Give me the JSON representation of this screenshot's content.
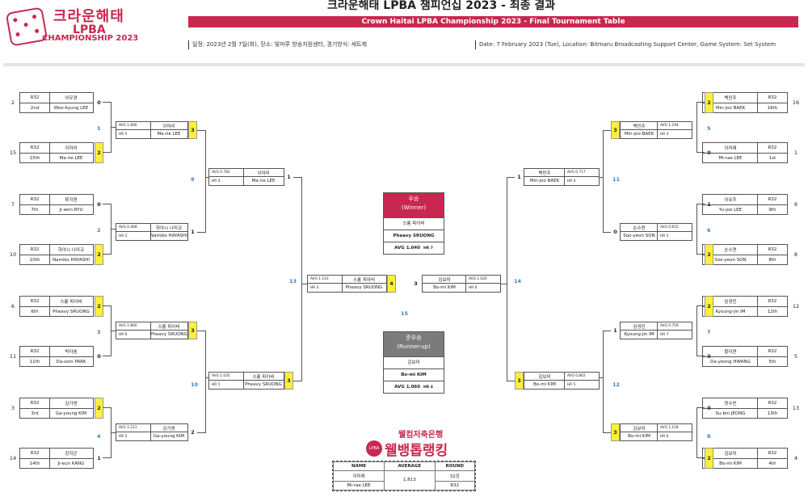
{
  "header": {
    "logo_ko": "크라운해태",
    "logo_en": "LPBA",
    "logo_sub": "CHAMPIONSHIP 2023",
    "title_ko": "크라운해태 LPBA 챔피언십 2023 - 최종 결과",
    "title_en": "Crown Haitai LPBA Championship 2023 - Final Tournament Table",
    "info_ko": "일정: 2023년 2월 7일(화), 장소: 빛마루 방송지원센터, 경기방식: 세트제",
    "info_en": "Date: 7 February 2023 (Tue), Location: Bitmaru Broadcasting Support Center, Game System: Set System"
  },
  "colors": {
    "brand": "#c8284f",
    "winner_score": "#ffef3a",
    "match_number": "#3a7ec6",
    "runner_up_head": "#7b7b7b"
  },
  "r32_left": [
    {
      "seed": "2",
      "round": "R32",
      "rank": "2nd",
      "ko": "이우경",
      "en": "Woo-kyung LEE",
      "score": "0"
    },
    {
      "seed": "15",
      "round": "R32",
      "rank": "15th",
      "ko": "이마리",
      "en": "Ma-rie LEE",
      "score": "2"
    },
    {
      "seed": "7",
      "round": "R32",
      "rank": "7th",
      "ko": "류지원",
      "en": "Ji-won RYU",
      "score": "0"
    },
    {
      "seed": "10",
      "round": "R32",
      "rank": "10th",
      "ko": "하야시 나미코",
      "en": "Namiko HAYASHI",
      "score": "2"
    },
    {
      "seed": "6",
      "round": "R32",
      "rank": "6th",
      "ko": "스롱 피아비",
      "en": "Pheavy SRUONG",
      "score": "2"
    },
    {
      "seed": "11",
      "round": "R32",
      "rank": "11th",
      "ko": "박다솜",
      "en": "Da-som PARK",
      "score": "0"
    },
    {
      "seed": "3",
      "round": "R32",
      "rank": "3rd",
      "ko": "김가영",
      "en": "Ga-young KIM",
      "score": "2"
    },
    {
      "seed": "14",
      "round": "R32",
      "rank": "14th",
      "ko": "강지은",
      "en": "Ji-eun KANG",
      "score": "1"
    }
  ],
  "r32_right": [
    {
      "seed": "16",
      "round": "R32",
      "rank": "16th",
      "ko": "백민주",
      "en": "Min-joo BAEK",
      "score": "2"
    },
    {
      "seed": "1",
      "round": "R32",
      "rank": "1st",
      "ko": "이미래",
      "en": "Mi-rae LEE",
      "score": "0"
    },
    {
      "seed": "9",
      "round": "R32",
      "rank": "9th",
      "ko": "이유주",
      "en": "Yu-joo LEE",
      "score": "1"
    },
    {
      "seed": "8",
      "round": "R32",
      "rank": "8th",
      "ko": "손수연",
      "en": "Soo-yeon SON",
      "score": "2"
    },
    {
      "seed": "12",
      "round": "R32",
      "rank": "12th",
      "ko": "임경진",
      "en": "Kyoung-jin IM",
      "score": "2"
    },
    {
      "seed": "5",
      "round": "R32",
      "rank": "5th",
      "ko": "황다연",
      "en": "Da-yeong HWANG",
      "score": "0"
    },
    {
      "seed": "13",
      "round": "R32",
      "rank": "13th",
      "ko": "정수빈",
      "en": "Su-bin JEONG",
      "score": "0"
    },
    {
      "seed": "4",
      "round": "R32",
      "rank": "4th",
      "ko": "김보미",
      "en": "Bo-mi KIM",
      "score": "2"
    }
  ],
  "r16_left": [
    {
      "avg": "AVG 1.846",
      "hr": "HR 5",
      "ko": "이마리",
      "en": "Ma-rie LEE",
      "score": "3",
      "match": "1"
    },
    {
      "avg": "AVG 0.468",
      "hr": "HR 2",
      "ko": "하야시 나미코",
      "en": "Namiko HAYASHI",
      "score": "1",
      "match": "2"
    },
    {
      "avg": "AVG 1.800",
      "hr": "HR 6",
      "ko": "스롱 피아비",
      "en": "Pheavy SRUONG",
      "score": "3",
      "match": "3"
    },
    {
      "avg": "AVG 1.211",
      "hr": "HR 5",
      "ko": "김가영",
      "en": "Ga-young KIM",
      "score": "2",
      "match": "4"
    }
  ],
  "r16_right": [
    {
      "avg": "AVG 1.294",
      "hr": "HR 4",
      "ko": "백민주",
      "en": "Min-joo BAEK",
      "score": "3",
      "match": "5"
    },
    {
      "avg": "AVG 0.652",
      "hr": "HR 5",
      "ko": "손수연",
      "en": "Soo-yeon SON",
      "score": "0",
      "match": "6"
    },
    {
      "avg": "AVG 0.759",
      "hr": "HR 7",
      "ko": "임경진",
      "en": "Kyoung-jin IM",
      "score": "1",
      "match": "7"
    },
    {
      "avg": "AVG 1.158",
      "hr": "HR 6",
      "ko": "김보미",
      "en": "Bo-mi KIM",
      "score": "3",
      "match": "8"
    }
  ],
  "qf_left": [
    {
      "avg": "AVG 0.782",
      "hr": "HR 4",
      "ko": "이마리",
      "en": "Ma-rie LEE",
      "score": "1",
      "match": "9"
    },
    {
      "avg": "AVG 1.035",
      "hr": "HR 5",
      "ko": "스롱 피아비",
      "en": "Pheavy SRUONG",
      "score": "3",
      "match": "10"
    }
  ],
  "qf_right": [
    {
      "avg": "AVG 0.717",
      "hr": "HR 4",
      "ko": "백민주",
      "en": "Min-joo BAEK",
      "score": "1",
      "match": "11"
    },
    {
      "avg": "AVG 0.802",
      "hr": "HR 5",
      "ko": "김보미",
      "en": "Bo-mi KIM",
      "score": "3",
      "match": "12"
    }
  ],
  "sf_left": {
    "avg": "AVG 1.143",
    "hr": "HR 4",
    "ko": "스롱 피아비",
    "en": "Pheavy SRUONG",
    "score": "4",
    "match": "13"
  },
  "sf_right": {
    "avg": "AVG 1.020",
    "hr": "HR 6",
    "ko": "김보미",
    "en": "Bo-mi KIM",
    "score": "3",
    "match": "14"
  },
  "final_match": "15",
  "winner": {
    "head_ko": "우승",
    "head_en": "(Winner)",
    "ko": "스롱 피아비",
    "en": "Pheavy SRUONG",
    "avg": "AVG 1.040",
    "hr": "HR 7"
  },
  "runner_up": {
    "head_ko": "준우승",
    "head_en": "(Runner-up)",
    "ko": "김보미",
    "en": "Bo-mi KIM",
    "avg": "AVG 1.060",
    "hr": "HR 4"
  },
  "brand": {
    "line1": "웰컴저축은행",
    "line2": "웰뱅톱랭킹",
    "logo": "LPBA"
  },
  "legend": {
    "h_name": "NAME",
    "h_avg": "AVERAGE",
    "h_round": "ROUND",
    "name_ko": "이미래",
    "name_en": "Mi-rae LEE",
    "avg": "1.813",
    "round_ko": "32강",
    "round_en": "R32"
  }
}
